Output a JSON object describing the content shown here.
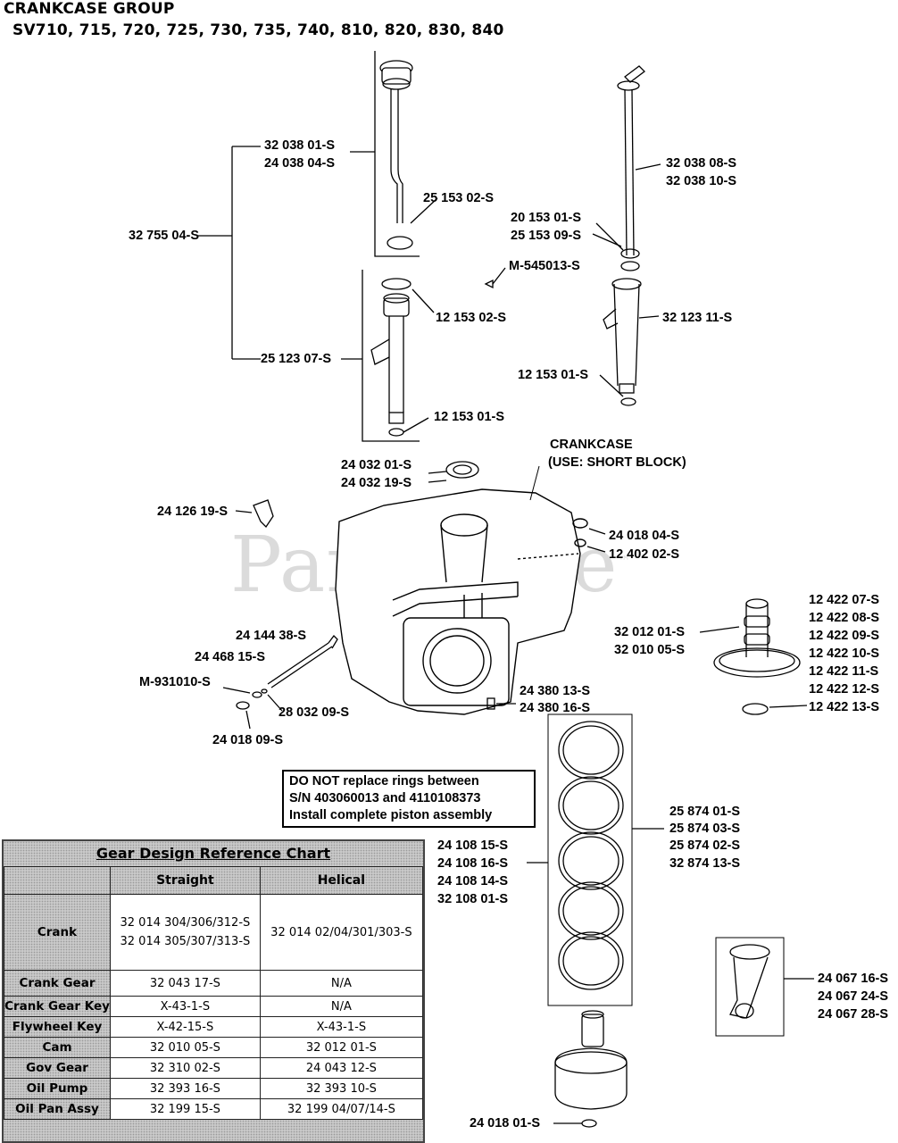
{
  "header": {
    "title": "CRANKCASE GROUP",
    "models": "SV710, 715, 720, 725, 730, 735, 740, 810, 820, 830, 840"
  },
  "watermark": {
    "text": "PartsTree",
    "mark": "™"
  },
  "labels": {
    "p_32755_04": "32 755 04-S",
    "p_32038_01": "32 038 01-S",
    "p_24038_04": "24 038 04-S",
    "p_25153_02": "25 153 02-S",
    "p_12153_02": "12 153 02-S",
    "p_25123_07": "25 123 07-S",
    "p_12153_01a": "12 153 01-S",
    "p_32038_08": "32 038 08-S",
    "p_32038_10": "32 038 10-S",
    "p_20153_01": "20 153 01-S",
    "p_25153_09": "25 153 09-S",
    "p_m545013": "M-545013-S",
    "p_32123_11": "32 123 11-S",
    "p_12153_01b": "12 153 01-S",
    "crankcase_1": "CRANKCASE",
    "crankcase_2": "(USE: SHORT BLOCK)",
    "p_24032_01": "24 032 01-S",
    "p_24032_19": "24 032 19-S",
    "p_24126_19": "24 126 19-S",
    "p_24018_04": "24 018 04-S",
    "p_12402_02": "12 402 02-S",
    "p_32012_01": "32 012 01-S",
    "p_32010_05": "32 010 05-S",
    "p_12422_07": "12 422 07-S",
    "p_12422_08": "12 422 08-S",
    "p_12422_09": "12 422 09-S",
    "p_12422_10": "12 422 10-S",
    "p_12422_11": "12 422 11-S",
    "p_12422_12": "12 422 12-S",
    "p_12422_13": "12 422 13-S",
    "p_24144_38": "24 144 38-S",
    "p_24468_15": "24 468 15-S",
    "p_m931010": "M-931010-S",
    "p_28032_09": "28 032 09-S",
    "p_24018_09": "24 018 09-S",
    "p_24380_13": "24 380 13-S",
    "p_24380_16": "24 380 16-S",
    "p_25874_01": "25 874 01-S",
    "p_25874_03": "25 874 03-S",
    "p_25874_02": "25 874 02-S",
    "p_32874_13": "32 874 13-S",
    "p_24108_15": "24 108 15-S",
    "p_24108_16": "24 108 16-S",
    "p_24108_14": "24 108 14-S",
    "p_32108_01": "32 108 01-S",
    "p_24067_16": "24 067 16-S",
    "p_24067_24": "24 067 24-S",
    "p_24067_28": "24 067 28-S",
    "p_24018_01": "24 018 01-S"
  },
  "note": {
    "line1": "DO NOT replace rings between",
    "line2": "S/N 403060013 and 4110108373",
    "line3": "Install complete piston assembly"
  },
  "gear_chart": {
    "title": "Gear Design Reference Chart",
    "col_straight": "Straight",
    "col_helical": "Helical",
    "rows": [
      {
        "label": "Crank",
        "straight_1": "32 014 304/306/312-S",
        "straight_2": "32 014 305/307/313-S",
        "helical": "32 014 02/04/301/303-S"
      },
      {
        "label": "Crank Gear",
        "straight": "32 043 17-S",
        "helical": "N/A"
      },
      {
        "label": "Crank Gear Key",
        "straight": "X-43-1-S",
        "helical": "N/A"
      },
      {
        "label": "Flywheel Key",
        "straight": "X-42-15-S",
        "helical": "X-43-1-S"
      },
      {
        "label": "Cam",
        "straight": "32 010 05-S",
        "helical": "32 012 01-S"
      },
      {
        "label": "Gov Gear",
        "straight": "32 310 02-S",
        "helical": "24 043 12-S"
      },
      {
        "label": "Oil Pump",
        "straight": "32 393 16-S",
        "helical": "32 393 10-S"
      },
      {
        "label": "Oil Pan Assy",
        "straight": "32 199 15-S",
        "helical": "32 199 04/07/14-S"
      }
    ]
  }
}
